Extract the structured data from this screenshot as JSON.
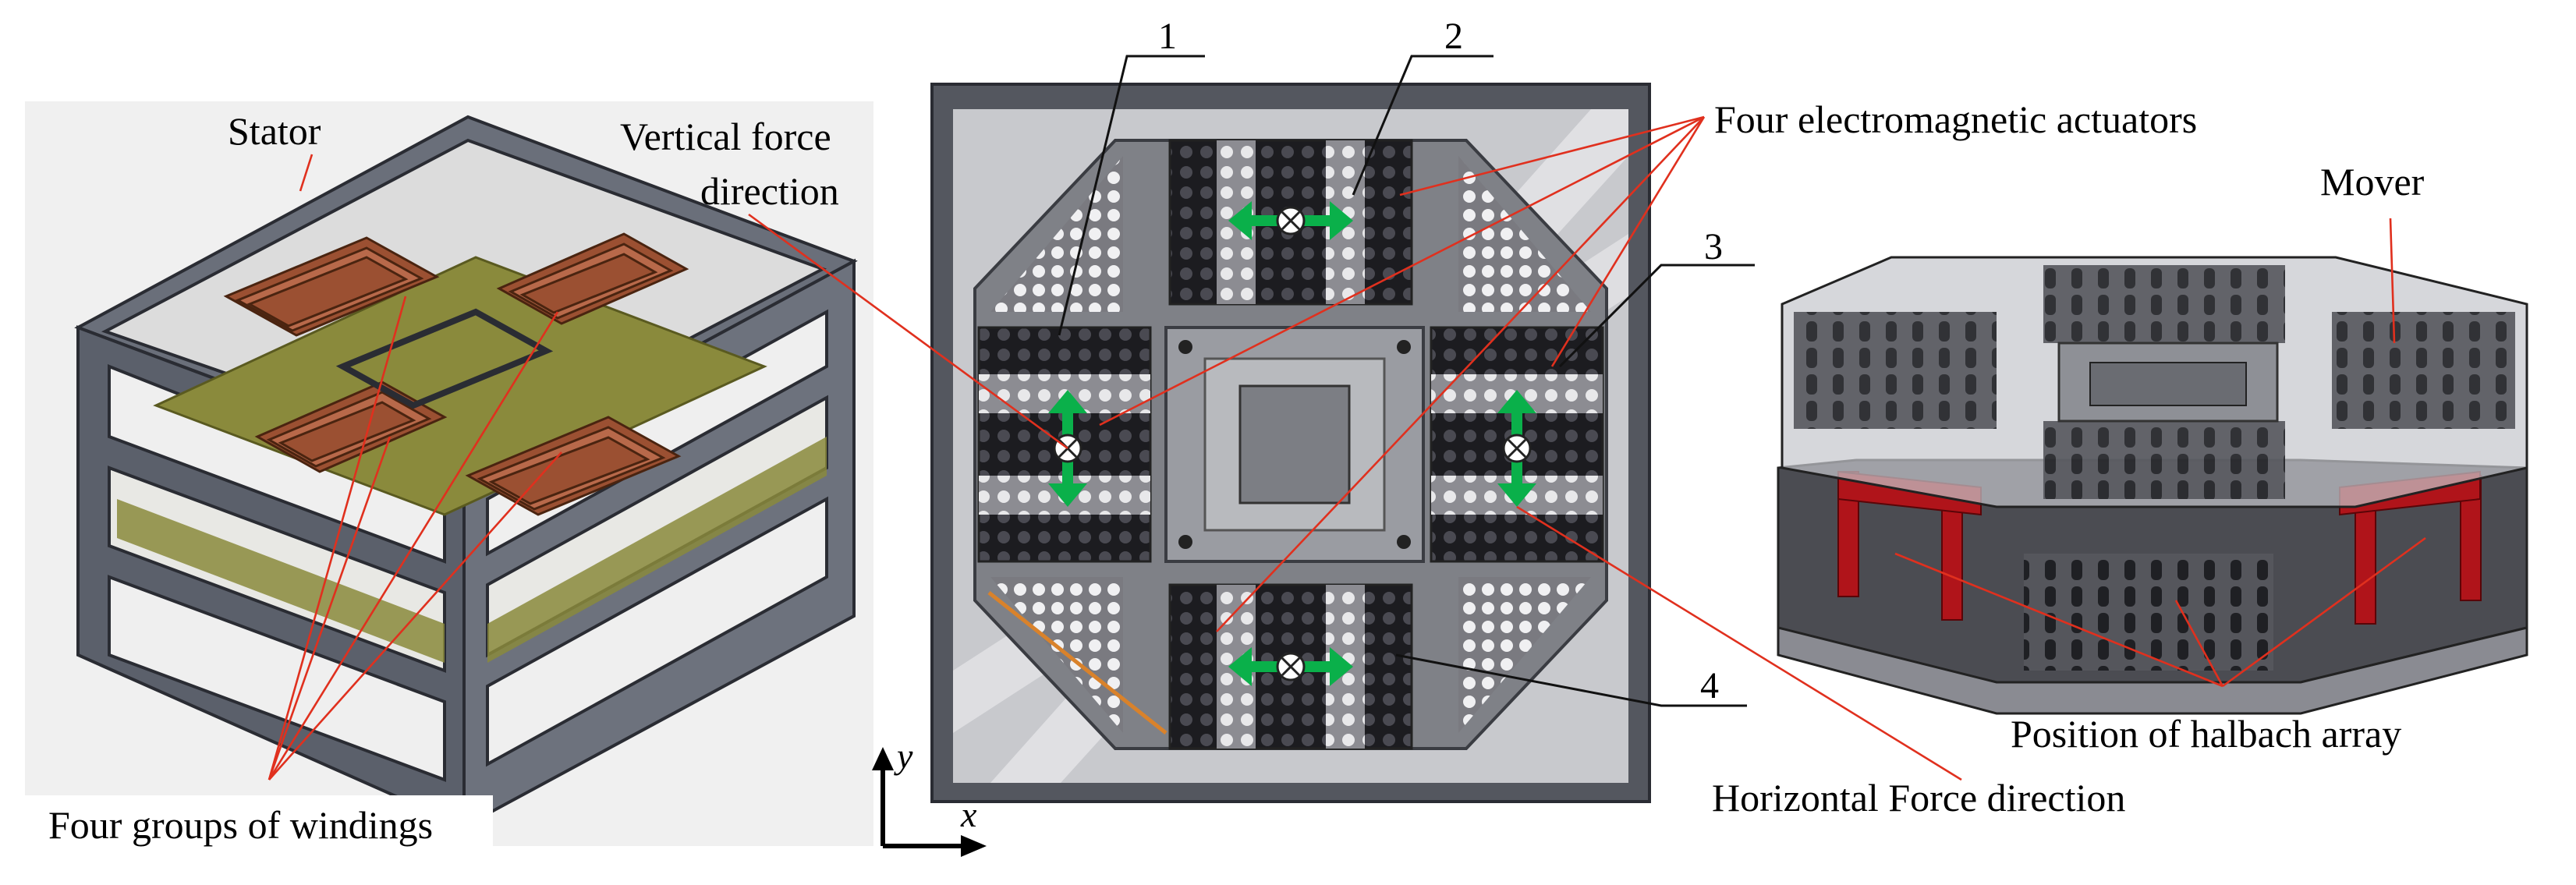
{
  "labels": {
    "stator": "Stator",
    "vertical_force_line1": "Vertical force",
    "vertical_force_line2": "direction",
    "four_groups_windings": "Four groups of windings",
    "four_em_actuators": "Four electromagnetic actuators",
    "horizontal_force": "Horizontal Force direction",
    "mover": "Mover",
    "halbach": "Position of halbach array"
  },
  "callouts": [
    "1",
    "2",
    "3",
    "4"
  ],
  "axes": {
    "x": "x",
    "y": "y"
  },
  "colors": {
    "frame": "#5f6470",
    "winding": "#9b5032",
    "plate": "#8a8a3c",
    "arrow": "#0ab04a",
    "leader": "#e0301e",
    "magnet": "#b0141a"
  }
}
